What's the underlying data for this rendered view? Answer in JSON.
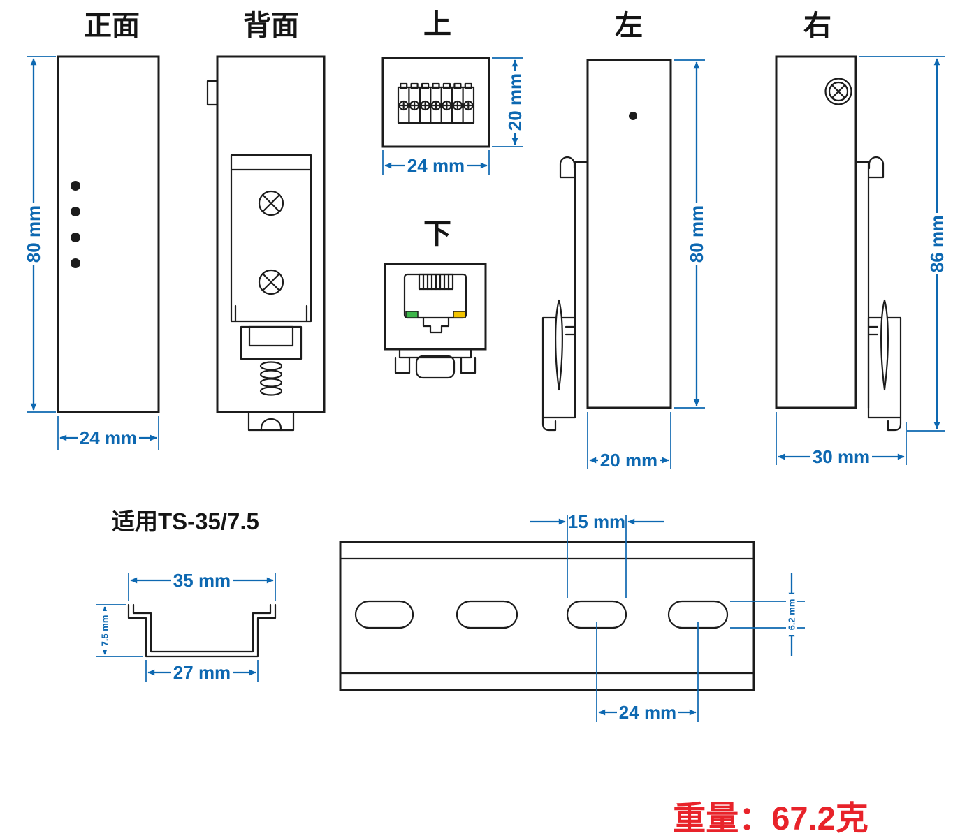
{
  "view_labels": {
    "front": "正面",
    "back": "背面",
    "top": "上",
    "bottom": "下",
    "left": "左",
    "right": "右"
  },
  "dimensions": {
    "front_height": "80 mm",
    "front_width": "24 mm",
    "top_height": "20 mm",
    "top_width": "24 mm",
    "left_height": "80 mm",
    "left_width": "20 mm",
    "right_height": "86 mm",
    "right_width": "30 mm",
    "rail_top_width": "35 mm",
    "rail_bottom_width": "27 mm",
    "rail_depth": "7.5 mm",
    "slot_length": "15 mm",
    "slot_pitch": "24 mm",
    "slot_width": "6.2 mm"
  },
  "rail_section_title": "适用TS-35/7.5",
  "weight_label": "重量：67.2克",
  "colors": {
    "line": "#1c1c1c",
    "dim": "#0d68b1",
    "red": "#e8232a",
    "ledgreen": "#3db54a",
    "ledyellow": "#f2c300"
  }
}
